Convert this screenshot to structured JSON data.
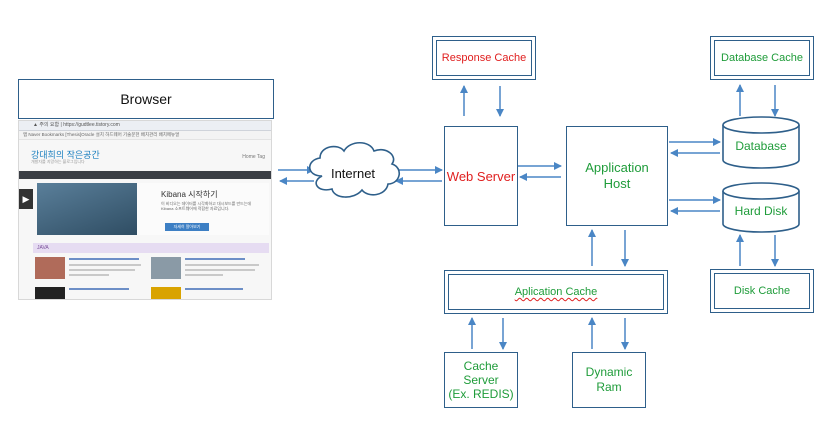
{
  "nodes": {
    "browser": "Browser",
    "internet": "Internet",
    "response_cache": "Response Cache",
    "web_server": "Web Server",
    "application_host": [
      "Application",
      "Host"
    ],
    "database_cache": "Database Cache",
    "database": "Database",
    "hard_disk": "Hard Disk",
    "aplication_cache": "Aplication Cache",
    "disk_cache": "Disk Cache",
    "cache_server": [
      "Cache",
      "Server",
      "(Ex. REDIS)"
    ],
    "dynamic_ram": [
      "Dynamic",
      "Ram"
    ]
  },
  "screenshot": {
    "url": "▲ 주의 요함 | https://gudtlee.tistory.com",
    "bookmarks": "앱  Naver  Bookmarks  [Thesis]Oracle 설치  하드웨어  기술문헌  배치관리  배치메뉴얼",
    "blog_title": "강대희의 작은공간",
    "blog_subtitle": "개발자를 지망하는 블로그입니다",
    "nav": "Home   Tag",
    "ad_title": "Kibana 시작하기",
    "ad_text": "이 비디오는 데이터를 시각화하고 대시보드를 만드는데 Kibana 소프트웨어에 적합한 자료입니다.",
    "ad_button": "자세히 알아보기",
    "section": "JAVA"
  },
  "colors": {
    "box_border": "#2e5f8a",
    "arrow": "#4a86c5",
    "red_label": "#e02020",
    "green_label": "#1f9c3a"
  }
}
